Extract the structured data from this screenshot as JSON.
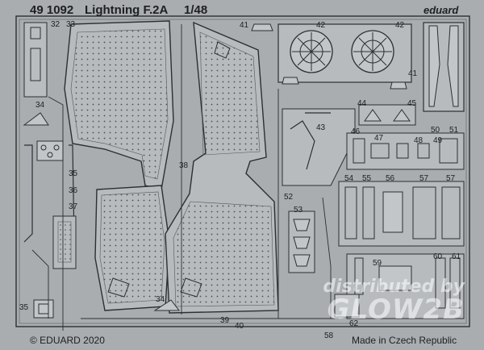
{
  "header": {
    "product_code": "49 1092",
    "title": "Lightning F.2A",
    "scale": "1/48",
    "brand": "eduard"
  },
  "footer": {
    "copyright": "© EDUARD 2020",
    "origin": "Made in Czech Republic"
  },
  "watermark": {
    "line1": "distributed by",
    "line2": "GLOW2B"
  },
  "part_numbers": {
    "p32": "32",
    "p33": "33",
    "p34a": "34",
    "p34b": "34",
    "p35a": "35",
    "p35b": "35",
    "p36": "36",
    "p37": "37",
    "p38": "38",
    "p39": "39",
    "p40": "40",
    "p41a": "41",
    "p41b": "41",
    "p42a": "42",
    "p42b": "42",
    "p43": "43",
    "p44": "44",
    "p45": "45",
    "p46": "46",
    "p47": "47",
    "p48": "48",
    "p49": "49",
    "p50": "50",
    "p51": "51",
    "p52": "52",
    "p53": "53",
    "p54": "54",
    "p55": "55",
    "p56": "56",
    "p57a": "57",
    "p57b": "57",
    "p58": "58",
    "p59": "59",
    "p60": "60",
    "p61": "61",
    "p62": "62"
  },
  "colors": {
    "fret": "#a9adb0",
    "metal_light": "#c2c6c9",
    "outline": "#2d2f31",
    "text": "#1e1f21"
  }
}
